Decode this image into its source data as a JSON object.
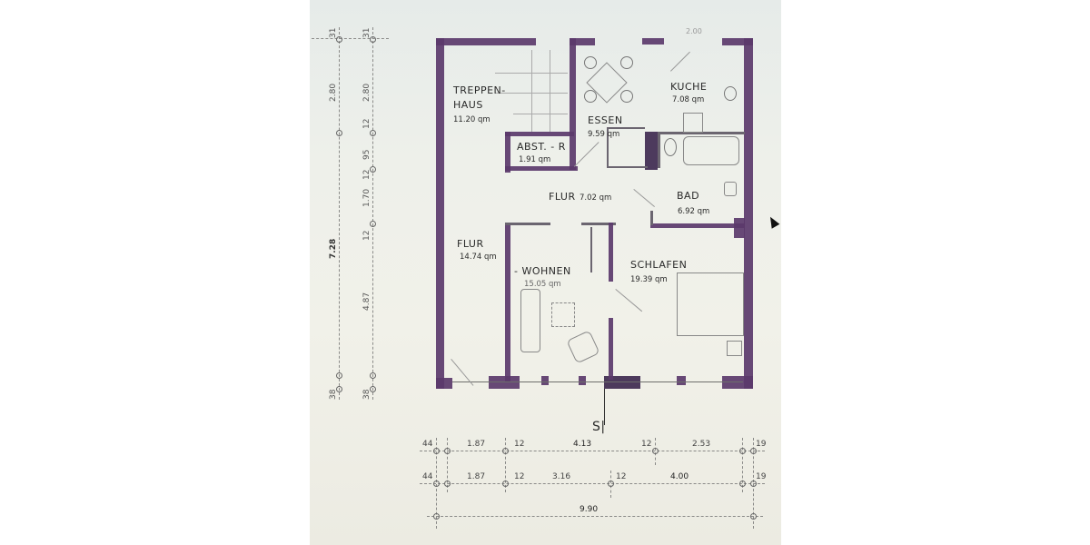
{
  "plan": {
    "rooms": [
      {
        "name": "TREPPEN-",
        "name2": "HAUS",
        "area": "11.20 qm"
      },
      {
        "name": "ABST. - R",
        "area": "1.91 qm"
      },
      {
        "name": "ESSEN",
        "area": "9.59 qm"
      },
      {
        "name": "KUCHE",
        "area": "7.08 qm"
      },
      {
        "name": "BAD",
        "area": "6.92 qm"
      },
      {
        "name": "FLUR",
        "area": "7.02 qm"
      },
      {
        "name": "FLUR",
        "area": "14.74 qm"
      },
      {
        "name": "- WOHNEN",
        "area": "15.05 qm"
      },
      {
        "name": "SCHLAFEN",
        "area": "19.39 qm"
      }
    ],
    "north_mark": "S|",
    "top_dim": "2.00"
  },
  "dims_left": {
    "outer": [
      "31",
      "2.80",
      "7.28",
      "38"
    ],
    "inner": [
      "31",
      "2.80",
      "12",
      "95",
      "12",
      "1.70",
      "12",
      "4.87",
      "38"
    ]
  },
  "dims_bottom": {
    "row1": [
      "44",
      "1.87",
      "12",
      "4.13",
      "12",
      "2.53",
      "19"
    ],
    "row2": [
      "44",
      "1.87",
      "12",
      "3.16",
      "12",
      "4.00",
      "19"
    ],
    "total": "9.90"
  }
}
